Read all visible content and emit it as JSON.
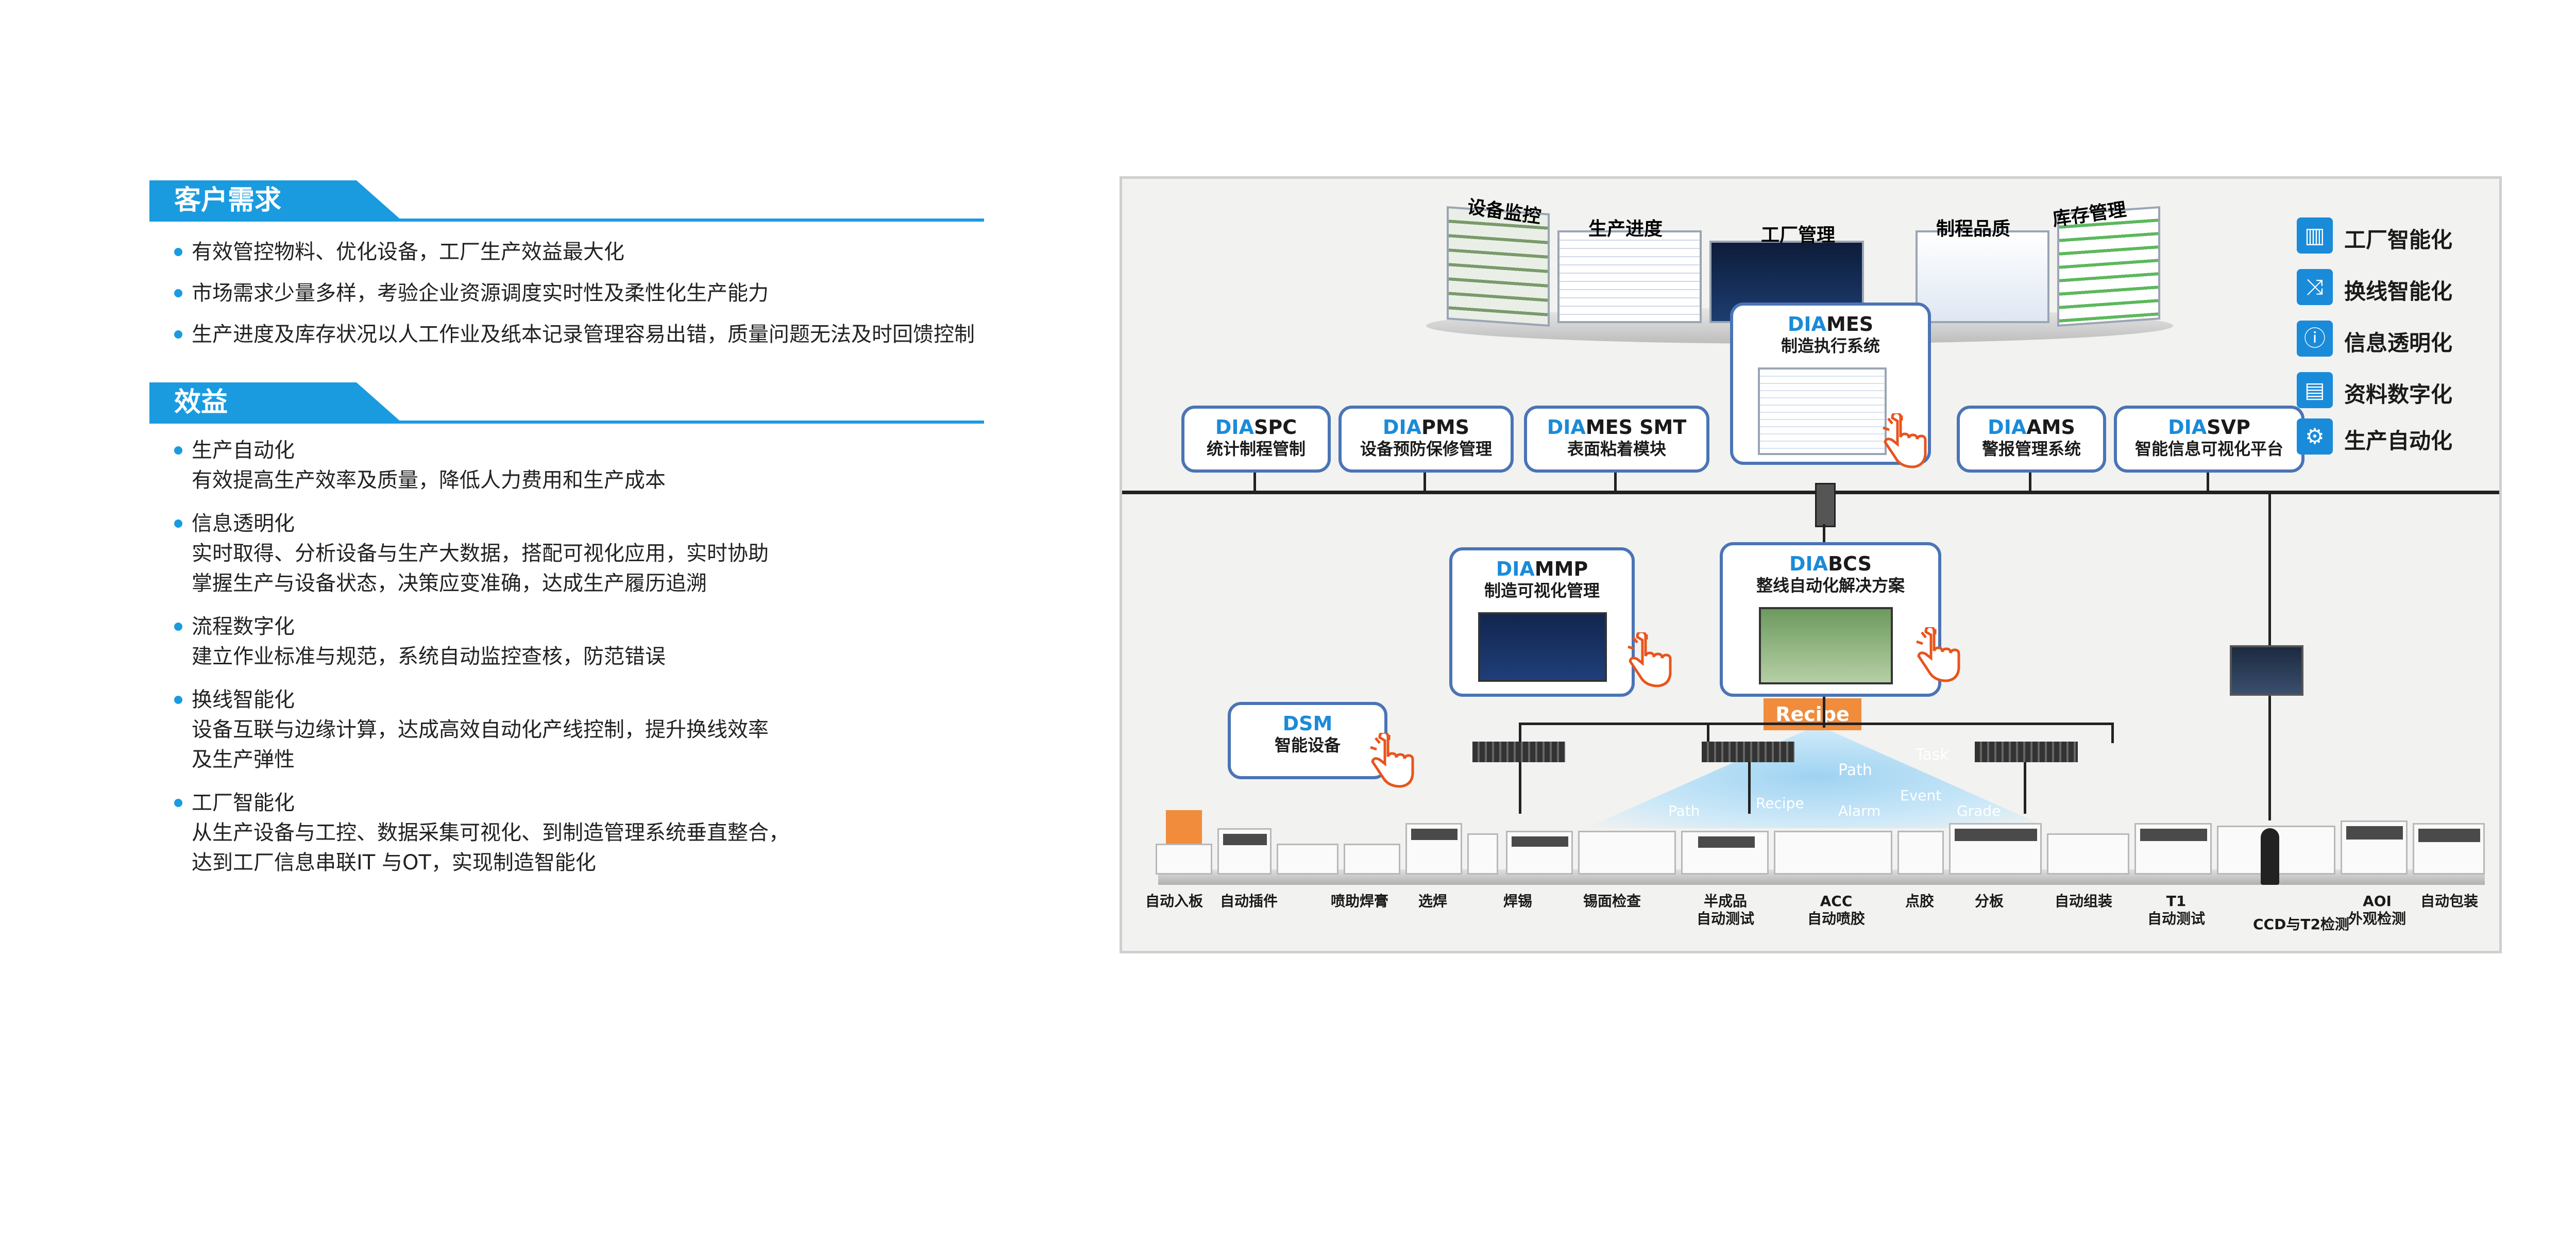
{
  "customer_needs": {
    "title": "客户需求",
    "items": [
      "有效管控物料、优化设备，工厂生产效益最大化",
      "市场需求少量多样，考验企业资源调度实时性及柔性化生产能力",
      "生产进度及库存状况以人工作业及纸本记录管理容易出错，质量问题无法及时回馈控制"
    ]
  },
  "benefits": {
    "title": "效益",
    "items": [
      {
        "head": "生产自动化",
        "lines": [
          "有效提高生产效率及质量，降低人力费用和生产成本"
        ]
      },
      {
        "head": "信息透明化",
        "lines": [
          "实时取得、分析设备与生产大数据，搭配可视化应用，实时协助",
          "掌握生产与设备状态，决策应变准确，达成生产履历追溯"
        ]
      },
      {
        "head": "流程数字化",
        "lines": [
          "建立作业标准与规范，系统自动监控查核，防范错误"
        ]
      },
      {
        "head": "换线智能化",
        "lines": [
          "设备互联与边缘计算，达成高效自动化产线控制，提升换线效率",
          "及生产弹性"
        ]
      },
      {
        "head": "工厂智能化",
        "lines": [
          "从生产设备与工控、数据采集可视化、到制造管理系统垂直整合，",
          "达到工厂信息串联IT 与OT，实现制造智能化"
        ]
      }
    ]
  },
  "diagram": {
    "monitor_labels": [
      "设备监控",
      "生产进度",
      "工厂管理",
      "制程品质",
      "库存管理"
    ],
    "mes": {
      "brand": "DIA",
      "name": "MES",
      "sub": "制造执行系统"
    },
    "top_boxes": [
      {
        "brand": "DIA",
        "name": "SPC",
        "sub": "统计制程管制"
      },
      {
        "brand": "DIA",
        "name": "PMS",
        "sub": "设备预防保修管理"
      },
      {
        "brand": "DIA",
        "name": "MES SMT",
        "sub": "表面粘着模块"
      },
      {
        "brand": "DIA",
        "name": "AMS",
        "sub": "警报管理系统"
      },
      {
        "brand": "DIA",
        "name": "SVP",
        "sub": "智能信息可视化平台"
      }
    ],
    "mmp": {
      "brand": "DIA",
      "name": "MMP",
      "sub": "制造可视化管理"
    },
    "bcs": {
      "brand": "DIA",
      "name": "BCS",
      "sub": "整线自动化解决方案"
    },
    "dsm": {
      "name": "DSM",
      "sub": "智能设备"
    },
    "recipe": "Recipe",
    "cloud_words": [
      "Path",
      "Task",
      "Recipe",
      "Event",
      "Alarm",
      "Grade",
      "Path"
    ],
    "legend": [
      {
        "icon": "factory-icon",
        "label": "工厂智能化"
      },
      {
        "icon": "shuffle-icon",
        "label": "换线智能化"
      },
      {
        "icon": "info-icon",
        "label": "信息透明化"
      },
      {
        "icon": "data-icon",
        "label": "资料数字化"
      },
      {
        "icon": "auto-icon",
        "label": "生产自动化"
      }
    ],
    "stations": [
      "自动入板",
      "自动插件",
      "喷助焊膏",
      "选焊",
      "焊锡",
      "锡面检查",
      "半成品\n自动测试",
      "ACC\n自动喷胶",
      "点胶",
      "分板",
      "自动组装",
      "T1\n自动测试",
      "CCD与T2检测",
      "AOI\n外观检测",
      "自动包装"
    ],
    "colors": {
      "accent": "#1a9be0",
      "box_border": "#4a74b5",
      "recipe": "#f08c3c",
      "hand": "#e8541c"
    }
  }
}
